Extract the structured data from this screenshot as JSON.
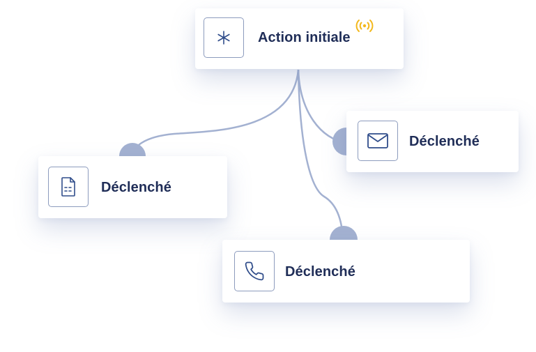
{
  "colors": {
    "connector": "#a3b1d1",
    "icon_stroke": "#2f4c8a",
    "label": "#1f2d57",
    "signal": "#f3b81c"
  },
  "initial_action": {
    "label": "Action initiale",
    "icon": "asterisk-icon",
    "badge_icon": "broadcast-signal-icon"
  },
  "triggers": [
    {
      "label": "Déclenché",
      "icon": "document-icon"
    },
    {
      "label": "Déclenché",
      "icon": "envelope-icon"
    },
    {
      "label": "Déclenché",
      "icon": "phone-icon"
    }
  ]
}
